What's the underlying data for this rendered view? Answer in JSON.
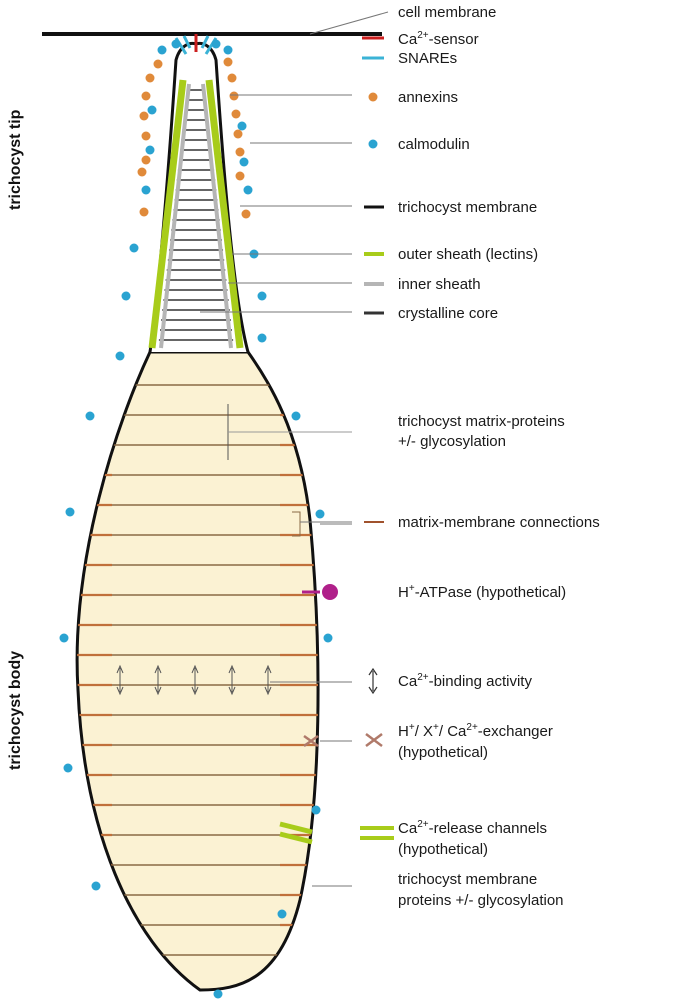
{
  "side_labels": {
    "tip": "trichocyst tip",
    "body": "trichocyst body"
  },
  "legend": [
    {
      "key": "cell_membrane",
      "text": "cell membrane",
      "symbol": "none"
    },
    {
      "key": "ca_sensor",
      "text_parts": [
        "Ca",
        "2+",
        "-sensor"
      ],
      "symbol": "line",
      "color": "#cc1f1f"
    },
    {
      "key": "snares",
      "text": "SNAREs",
      "symbol": "line",
      "color": "#3bb3d6"
    },
    {
      "key": "annexins",
      "text": "annexins",
      "symbol": "dot",
      "color": "#e08a3a"
    },
    {
      "key": "calmodulin",
      "text": "calmodulin",
      "symbol": "dot",
      "color": "#2aa3d1"
    },
    {
      "key": "trichocyst_membrane",
      "text": "trichocyst membrane",
      "symbol": "line",
      "color": "#111111"
    },
    {
      "key": "outer_sheath",
      "text": "outer sheath (lectins)",
      "symbol": "line",
      "color": "#a8cc1a"
    },
    {
      "key": "inner_sheath",
      "text": "inner sheath",
      "symbol": "line",
      "color": "#b5b5b5"
    },
    {
      "key": "crystalline_core",
      "text": "crystalline core",
      "symbol": "line",
      "color": "#333333"
    },
    {
      "key": "matrix_proteins",
      "lines": [
        "trichocyst matrix-proteins",
        "+/- glycosylation"
      ],
      "symbol": "none"
    },
    {
      "key": "matrix_membrane",
      "text": "matrix-membrane connections",
      "symbol": "line",
      "color": "#a0522d"
    },
    {
      "key": "h_atpase",
      "text_parts": [
        "H",
        "+",
        "-ATPase (hypothetical)"
      ],
      "symbol": "pump",
      "color": "#b0208a"
    },
    {
      "key": "ca_binding",
      "text_parts": [
        "Ca",
        "2+",
        "-binding activity"
      ],
      "symbol": "arrow",
      "color": "#333333"
    },
    {
      "key": "exchanger",
      "line1_parts": [
        "H",
        "+",
        "/ X",
        "+",
        "/ Ca",
        "2+",
        "-exchanger"
      ],
      "line2": "(hypothetical)",
      "symbol": "cross",
      "color": "#b07a6a"
    },
    {
      "key": "release_channels",
      "line1_parts": [
        "Ca",
        "2+",
        "-release channels"
      ],
      "line2": "(hypothetical)",
      "symbol": "channel",
      "color": "#a8cc1a"
    },
    {
      "key": "membrane_proteins",
      "lines": [
        "trichocyst membrane",
        "proteins +/- glycosylation"
      ],
      "symbol": "none"
    }
  ],
  "colors": {
    "body_fill": "#fbf2d3",
    "outline": "#111111",
    "band": "#8a6a45",
    "band_tick": "#c0703a",
    "calmodulin": "#2aa3d1",
    "annexin": "#e08a3a",
    "outer_sheath": "#a8cc1a",
    "inner_sheath": "#b5b5b5",
    "ca_sensor": "#cc1f1f",
    "snare": "#3bb3d6",
    "pump": "#b0208a",
    "pointer": "#777777"
  }
}
